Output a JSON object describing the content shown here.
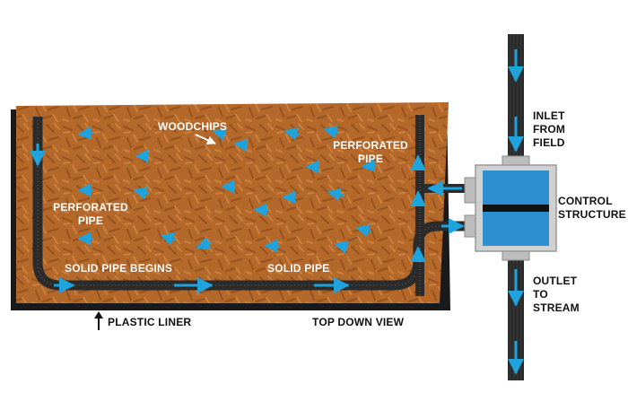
{
  "labels": {
    "woodchips": "WOODCHIPS",
    "perforated_right": [
      "PERFORATED",
      "PIPE"
    ],
    "perforated_left": [
      "PERFORATED",
      "PIPE"
    ],
    "solid_pipe_begins": "SOLID PIPE BEGINS",
    "solid_pipe": "SOLID PIPE",
    "plastic_liner": "PLASTIC LINER",
    "top_down_view": "TOP DOWN VIEW",
    "inlet": [
      "INLET",
      "FROM",
      "FIELD"
    ],
    "control_structure": [
      "CONTROL",
      "STRUCTURE"
    ],
    "outlet": [
      "OUTLET",
      "TO",
      "STREAM"
    ]
  },
  "colors": {
    "woodchip_bed": "#b4682a",
    "bed_shadow": "#1a1a1a",
    "pipe": "#2b2b2b",
    "flow_arrow": "#1fa3dc",
    "control_box": "#2e8fd0",
    "control_box_frame": "#c9c9c9"
  },
  "icons": {
    "liner_pointer": "up-arrow-icon",
    "woodchips_pointer": "pointer-arrow-icon",
    "flow": "flow-arrow-icon"
  }
}
